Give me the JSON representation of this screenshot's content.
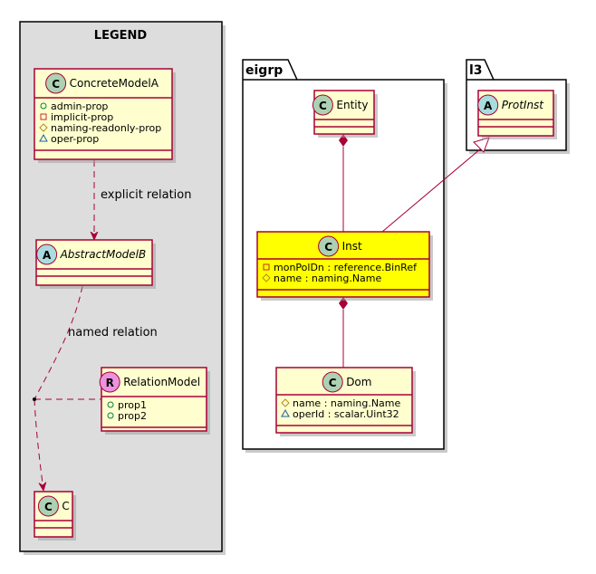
{
  "legend": {
    "title": "LEGEND"
  },
  "packages": {
    "eigrp": "eigrp",
    "l3": "l3"
  },
  "classes": {
    "concrete_model_a": {
      "name": "ConcreteModelA",
      "badge": "C",
      "members": [
        {
          "vis": "public",
          "text": "admin-prop"
        },
        {
          "vis": "private",
          "text": "implicit-prop"
        },
        {
          "vis": "protected",
          "text": "naming-readonly-prop"
        },
        {
          "vis": "package",
          "text": "oper-prop"
        }
      ]
    },
    "abstract_model_b": {
      "name": "AbstractModelB",
      "badge": "A",
      "members": []
    },
    "relation_model": {
      "name": "RelationModel",
      "badge": "R",
      "members": [
        {
          "vis": "public",
          "text": "prop1"
        },
        {
          "vis": "public",
          "text": "prop2"
        }
      ]
    },
    "c": {
      "name": "C",
      "badge": "C",
      "members": []
    },
    "entity": {
      "name": "Entity",
      "badge": "C",
      "members": []
    },
    "prot_inst": {
      "name": "ProtInst",
      "badge": "A",
      "members": []
    },
    "inst": {
      "name": "Inst",
      "badge": "C",
      "members": [
        {
          "vis": "private",
          "text": "monPolDn : reference.BinRef"
        },
        {
          "vis": "protected",
          "text": "name : naming.Name"
        }
      ]
    },
    "dom": {
      "name": "Dom",
      "badge": "C",
      "members": [
        {
          "vis": "protected",
          "text": "name : naming.Name"
        },
        {
          "vis": "package",
          "text": "operId : scalar.Uint32"
        }
      ]
    }
  },
  "relations": {
    "explicit": "explicit relation",
    "named": "named relation"
  },
  "colors": {
    "border": "#A80036",
    "class_fill": "#FEFECE",
    "highlight_fill": "#FFFF00",
    "legend_fill": "#DDDDDD",
    "badge_class": "#ADD1B2",
    "badge_abstract": "#A9DCDF",
    "badge_relation": "#EB93DF"
  }
}
